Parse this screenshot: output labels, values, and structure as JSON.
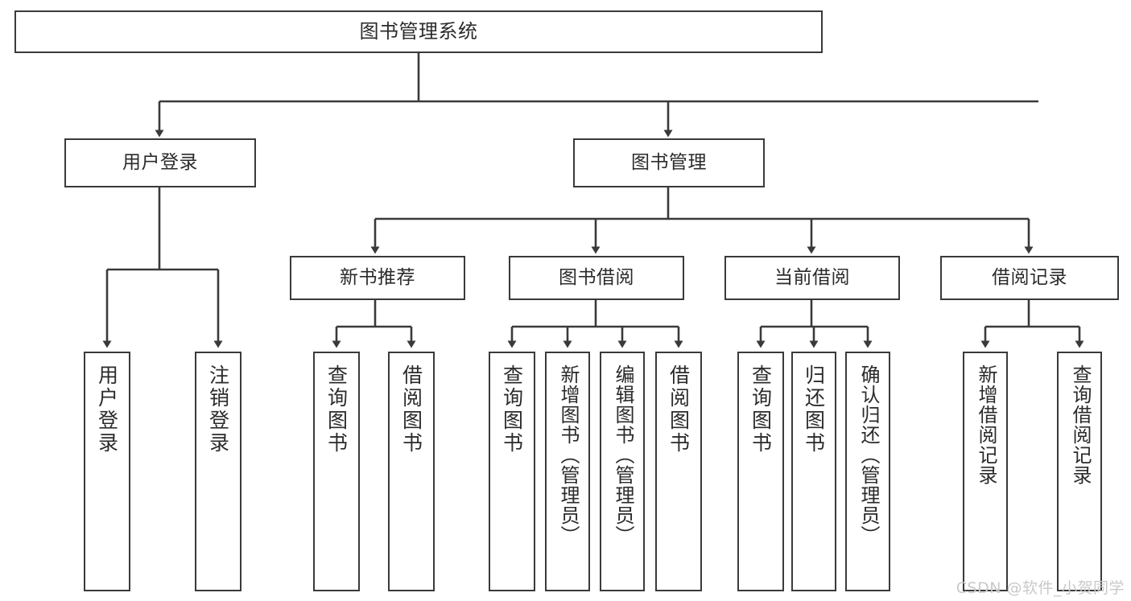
{
  "diagram": {
    "title": "图书管理系统",
    "type": "hierarchy-tree",
    "stroke_color": "#3a3a3a",
    "text_color": "#2b2b2b",
    "background_color": "#ffffff",
    "root": {
      "label": "图书管理系统"
    },
    "level2": [
      {
        "label": "用户登录"
      },
      {
        "label": "图书管理"
      }
    ],
    "level3": [
      {
        "label": "新书推荐"
      },
      {
        "label": "图书借阅"
      },
      {
        "label": "当前借阅"
      },
      {
        "label": "借阅记录"
      }
    ],
    "leaves": {
      "user_login": [
        {
          "label": "用户登录"
        },
        {
          "label": "注销登录"
        }
      ],
      "new_book_recommend": [
        {
          "label": "查询图书"
        },
        {
          "label": "借阅图书"
        }
      ],
      "book_borrow": [
        {
          "label": "查询图书"
        },
        {
          "label": "新增图书（管理员）"
        },
        {
          "label": "编辑图书（管理员）"
        },
        {
          "label": "借阅图书"
        }
      ],
      "current_borrow": [
        {
          "label": "查询图书"
        },
        {
          "label": "归还图书"
        },
        {
          "label": "确认归还（管理员）"
        }
      ],
      "borrow_record": [
        {
          "label": "新增借阅记录"
        },
        {
          "label": "查询借阅记录"
        }
      ]
    }
  },
  "watermark": {
    "text": "CSDN @软件_小贺同学"
  }
}
